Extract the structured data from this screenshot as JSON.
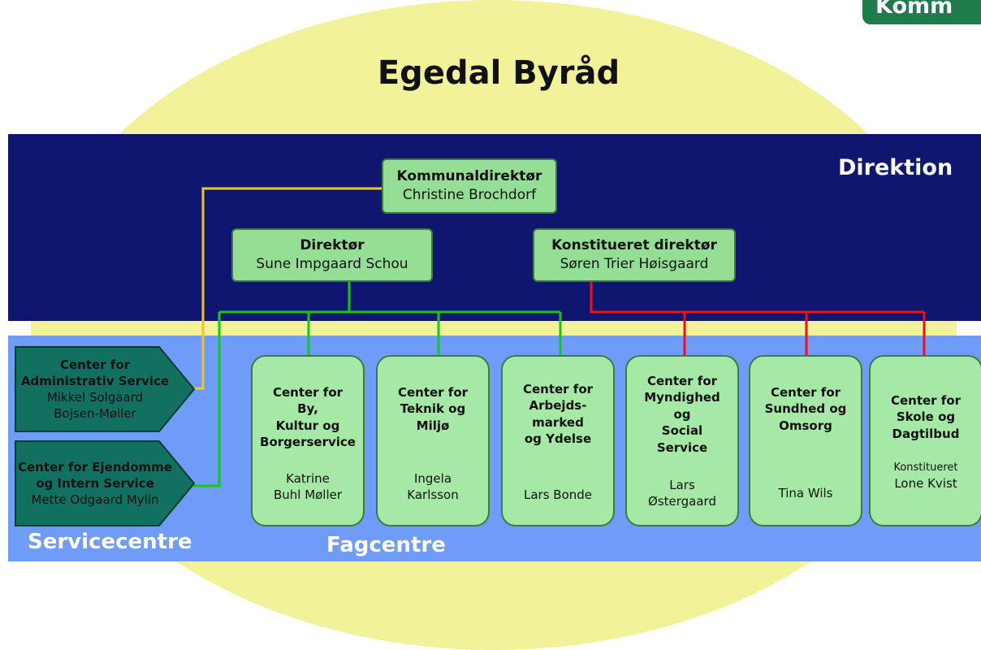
{
  "title": "Egedal Byråd",
  "logo_text": "Komm",
  "bands": {
    "direktion": "Direktion",
    "servicecentre": "Servicecentre",
    "fagcentre": "Fagcentre"
  },
  "direktion": {
    "kommunaldirektor": {
      "title": "Kommunaldirektør",
      "name": "Christine Brochdorf"
    },
    "direktor": {
      "title": "Direktør",
      "name": "Sune Impgaard Schou"
    },
    "konstitueret": {
      "title": "Konstitueret direktør",
      "name": "Søren Trier Høisgaard"
    }
  },
  "servicecentre": [
    {
      "title": [
        "Center for",
        "Administrativ Service"
      ],
      "name": [
        "Mikkel Solgaard",
        "Bojsen-Møller"
      ]
    },
    {
      "title": [
        "Center for Ejendomme",
        "og Intern Service"
      ],
      "name": [
        "Mette Odgaard Mylin"
      ]
    }
  ],
  "fagcentre": [
    {
      "title": [
        "Center for",
        "By,",
        "Kultur og",
        "Borgerservice"
      ],
      "name": [
        "Katrine",
        "Buhl Møller"
      ]
    },
    {
      "title": [
        "Center for",
        "Teknik og",
        "Miljø"
      ],
      "name": [
        "Ingela",
        "Karlsson"
      ]
    },
    {
      "title": [
        "Center for",
        "Arbejds-",
        "marked",
        "og Ydelse"
      ],
      "name": [
        "Lars Bonde"
      ]
    },
    {
      "title": [
        "Center for",
        "Myndighed",
        "og",
        "Social",
        "Service"
      ],
      "name": [
        "Lars",
        "Østergaard"
      ]
    },
    {
      "title": [
        "Center for",
        "Sundhed og",
        "Omsorg"
      ],
      "name": [
        "Tina Wils"
      ]
    },
    {
      "title": [
        "Center for",
        "Skole og",
        "Dagtilbud"
      ],
      "name": [
        "Konstitueret",
        "Lone Kvist"
      ]
    }
  ],
  "colors": {
    "direktion_band": "#0e1670",
    "service_band": "#6e9cf8",
    "ellipse": "#f2f29a",
    "box_fill": "#95de95",
    "service_box": "#127060",
    "line_yellow": "#f5c22a",
    "line_green": "#17c617",
    "line_red": "#ee1111"
  }
}
